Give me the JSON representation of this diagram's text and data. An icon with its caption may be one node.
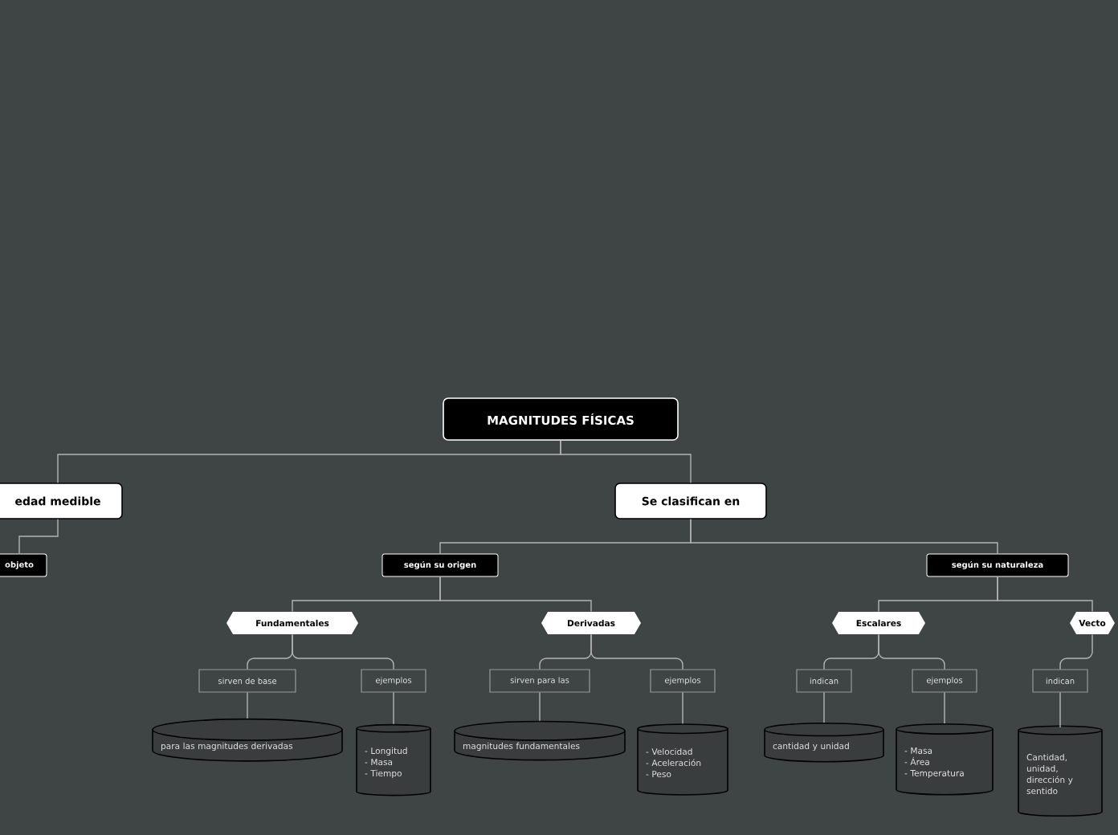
{
  "diagram": {
    "nodes": [
      {
        "text": [
          "MAGNITUDES FÍSICAS"
        ]
      },
      {
        "text": [
          "edad medible"
        ]
      },
      {
        "text": [
          "Se clasifican en"
        ]
      },
      {
        "text": [
          "objeto"
        ]
      },
      {
        "text": [
          "según su origen"
        ]
      },
      {
        "text": [
          "según su naturaleza"
        ]
      },
      {
        "text": [
          "Fundamentales"
        ]
      },
      {
        "text": [
          "Derivadas"
        ]
      },
      {
        "text": [
          "Escalares"
        ]
      },
      {
        "text": [
          "Vecto"
        ]
      },
      {
        "text": [
          "sirven de base"
        ]
      },
      {
        "text": [
          "ejemplos"
        ]
      },
      {
        "text": [
          "sirven para las"
        ]
      },
      {
        "text": [
          "ejemplos"
        ]
      },
      {
        "text": [
          "indican"
        ]
      },
      {
        "text": [
          "ejemplos"
        ]
      },
      {
        "text": [
          "indican"
        ]
      },
      {
        "text": [
          "para las magnitudes derivadas"
        ]
      },
      {
        "text": [
          "- Longitud - Masa - Tiempo"
        ]
      },
      {
        "text": [
          "magnitudes fundamentales"
        ]
      },
      {
        "text": [
          "- Velocidad - Aceleración - Peso"
        ]
      },
      {
        "text": [
          "cantidad y unidad"
        ]
      },
      {
        "text": [
          "- Masa - Área - Temperatura"
        ]
      },
      {
        "text": [
          "Cantidad, unidad, dirección y sentido"
        ]
      }
    ],
    "edges": [
      {
        "from": 0,
        "to": 1,
        "arrow": "none"
      },
      {
        "from": 0,
        "to": 2,
        "arrow": "none"
      },
      {
        "from": 1,
        "to": 3,
        "arrow": "none"
      },
      {
        "from": 2,
        "to": 4,
        "arrow": "none"
      },
      {
        "from": 2,
        "to": 5,
        "arrow": "none"
      },
      {
        "from": 4,
        "to": 6,
        "arrow": "none"
      },
      {
        "from": 4,
        "to": 7,
        "arrow": "none"
      },
      {
        "from": 5,
        "to": 8,
        "arrow": "none"
      },
      {
        "from": 5,
        "to": 9,
        "arrow": "none"
      },
      {
        "from": 6,
        "to": 10,
        "arrow": "none"
      },
      {
        "from": 6,
        "to": 11,
        "arrow": "none"
      },
      {
        "from": 7,
        "to": 12,
        "arrow": "none"
      },
      {
        "from": 7,
        "to": 13,
        "arrow": "none"
      },
      {
        "from": 8,
        "to": 14,
        "arrow": "none"
      },
      {
        "from": 8,
        "to": 15,
        "arrow": "none"
      },
      {
        "from": 9,
        "to": 16,
        "arrow": "none"
      },
      {
        "from": 10,
        "to": 17,
        "arrow": "none"
      },
      {
        "from": 11,
        "to": 18,
        "arrow": "none"
      },
      {
        "from": 12,
        "to": 19,
        "arrow": "none"
      },
      {
        "from": 13,
        "to": 20,
        "arrow": "none"
      },
      {
        "from": 14,
        "to": 21,
        "arrow": "none"
      },
      {
        "from": 15,
        "to": 22,
        "arrow": "none"
      },
      {
        "from": 16,
        "to": 23,
        "arrow": "none"
      }
    ]
  }
}
